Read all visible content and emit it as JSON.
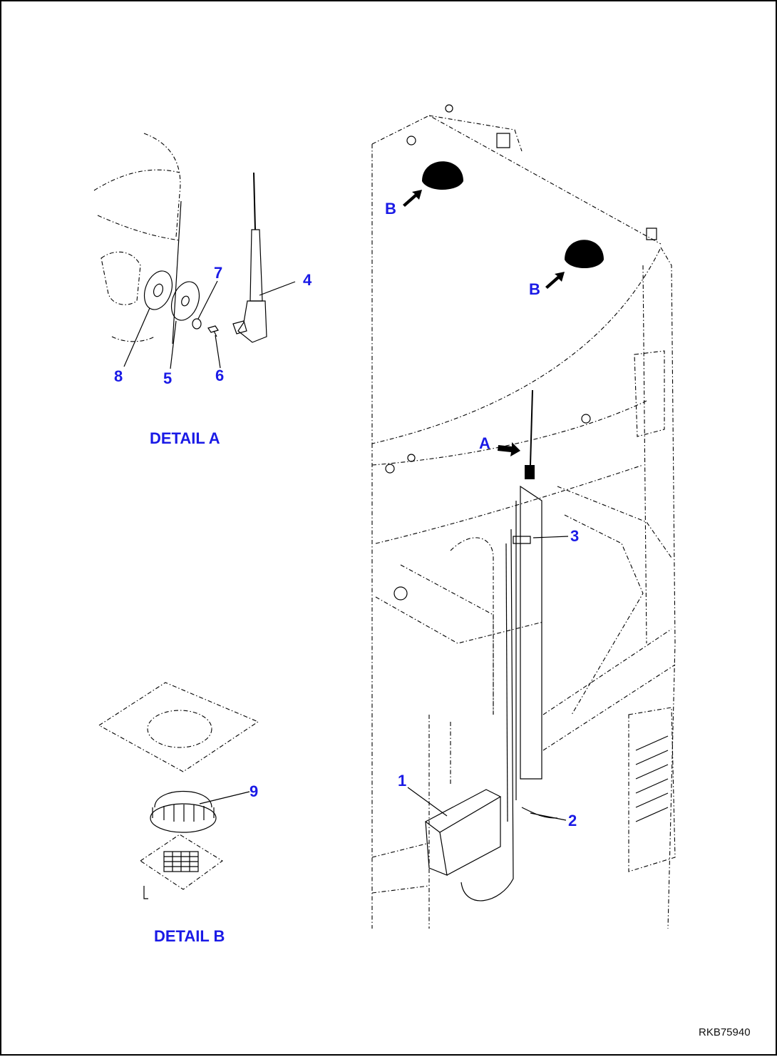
{
  "details": {
    "a": {
      "title": "DETAIL A"
    },
    "b": {
      "title": "DETAIL B"
    }
  },
  "callouts": {
    "n1": "1",
    "n2": "2",
    "n3": "3",
    "n4": "4",
    "n5": "5",
    "n6": "6",
    "n7": "7",
    "n8": "8",
    "n9": "9"
  },
  "view_markers": {
    "a": "A",
    "b_upper": "B",
    "b_lower": "B"
  },
  "drawing_code": "RKB75940",
  "colors": {
    "label": "#1a1ae6",
    "line": "#000000"
  }
}
